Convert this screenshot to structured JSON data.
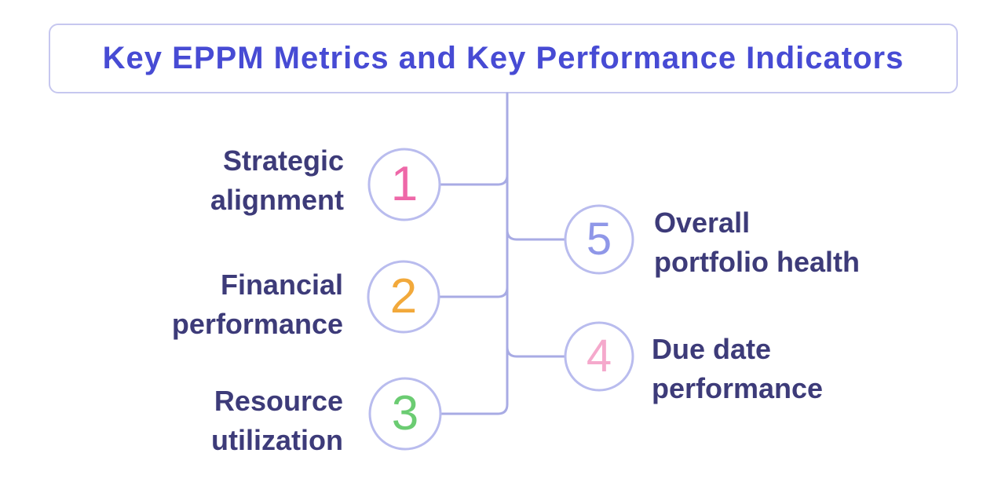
{
  "title": "Key EPPM Metrics and Key Performance Indicators",
  "items": [
    {
      "number": "1",
      "label": "Strategic alignment",
      "line1": "Strategic",
      "line2": "alignment",
      "number_color": "#ee68a8",
      "side": "left"
    },
    {
      "number": "2",
      "label": "Financial performance",
      "line1": "Financial",
      "line2": "performance",
      "number_color": "#f2a93b",
      "side": "left"
    },
    {
      "number": "3",
      "label": "Resource utilization",
      "line1": "Resource",
      "line2": "utilization",
      "number_color": "#6bcc72",
      "side": "left"
    },
    {
      "number": "4",
      "label": "Due date performance",
      "line1": "Due date",
      "line2": "performance",
      "number_color": "#f5a9cc",
      "side": "right"
    },
    {
      "number": "5",
      "label": "Overall portfolio health",
      "line1": "Overall",
      "line2": "portfolio health",
      "number_color": "#8f97e8",
      "side": "right"
    }
  ],
  "colors": {
    "title_text": "#474bd4",
    "label_text": "#3d3b79",
    "connector_line": "#a8abe4",
    "circle_border": "#b9bcee",
    "title_box_border": "#c6c7ef",
    "background": "#ffffff"
  }
}
